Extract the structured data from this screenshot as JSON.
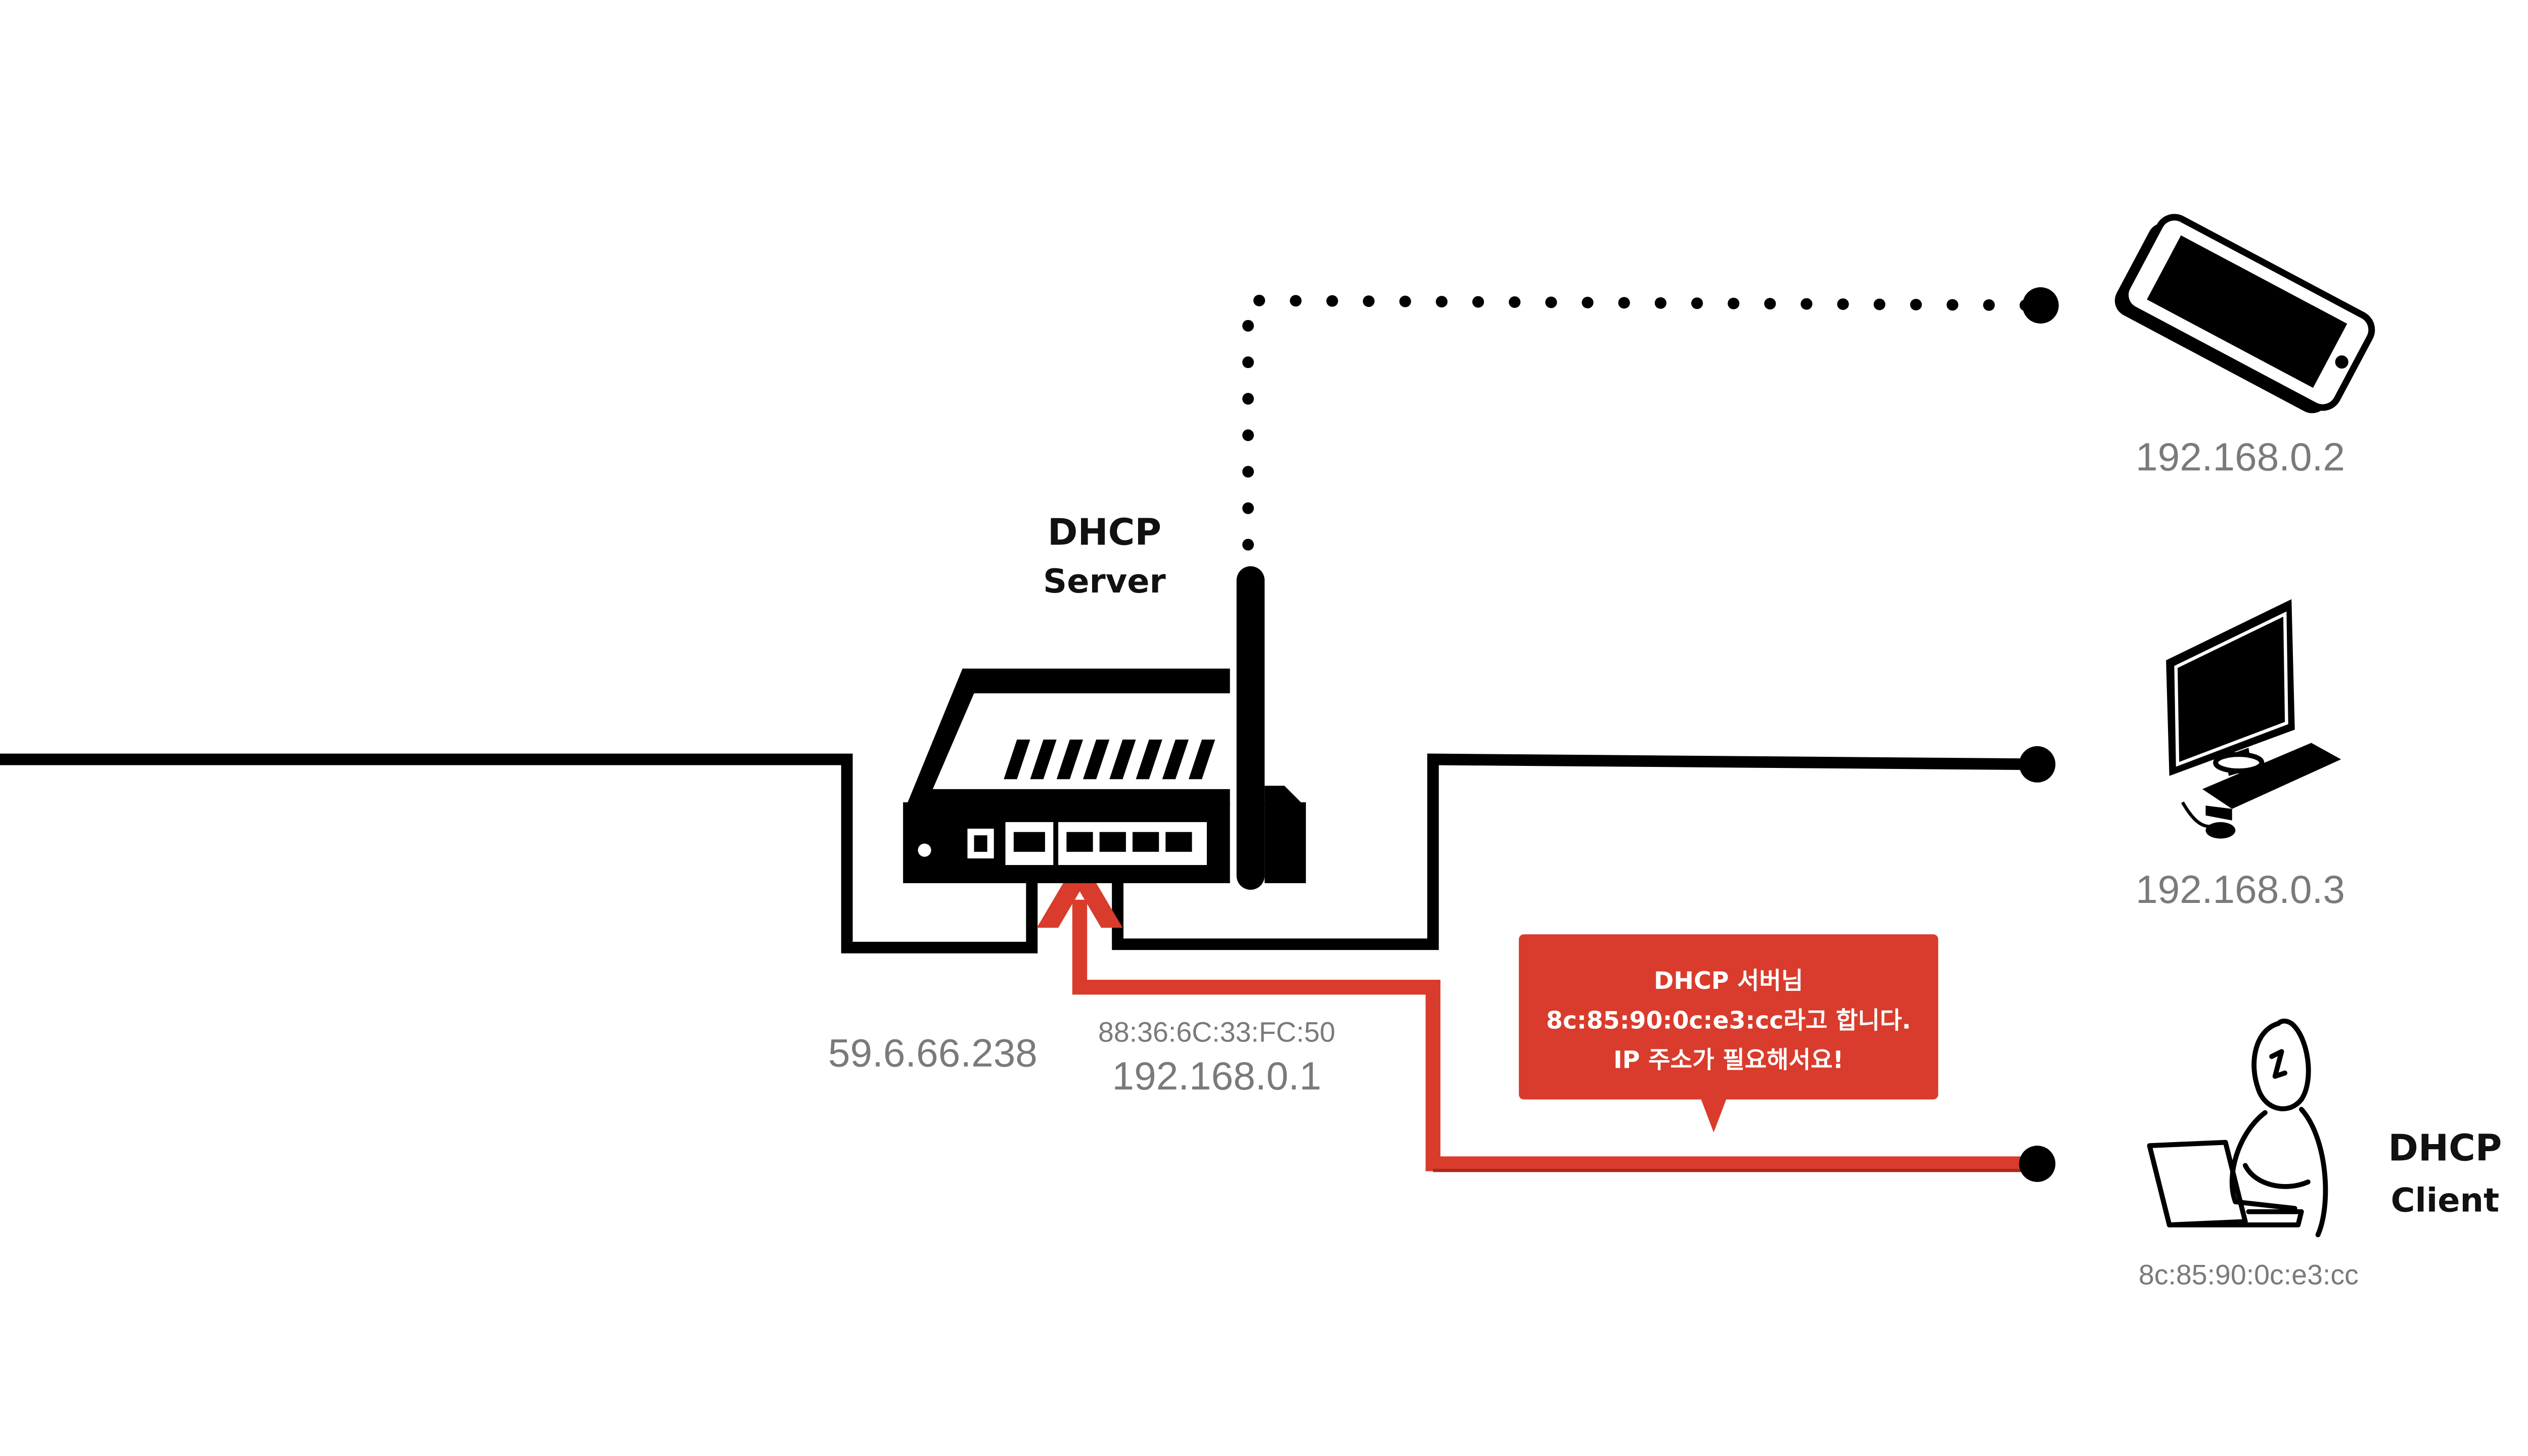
{
  "server": {
    "title_line1": "DHCP",
    "title_line2": "Server",
    "wan_ip": "59.6.66.238",
    "lan_mac": "88:36:6C:33:FC:50",
    "lan_ip": "192.168.0.1",
    "icon": "router-icon"
  },
  "devices": [
    {
      "id": "phone",
      "icon": "smartphone-icon",
      "ip": "192.168.0.2",
      "link": "wireless"
    },
    {
      "id": "desktop",
      "icon": "desktop-computer-icon",
      "ip": "192.168.0.3",
      "link": "wired"
    },
    {
      "id": "client",
      "icon": "person-laptop-icon",
      "mac": "8c:85:90:0c:e3:cc",
      "link": "wired"
    }
  ],
  "client": {
    "title_line1": "DHCP",
    "title_line2": "Client"
  },
  "message": {
    "line1": "DHCP 서버님",
    "line2": "8c:85:90:0c:e3:cc라고 합니다.",
    "line3": "IP 주소가 필요해서요!"
  },
  "colors": {
    "highlight": "#d93c2c",
    "highlight_dark": "#c0392b",
    "line": "#000000",
    "label_gray": "#7a7a7a"
  }
}
